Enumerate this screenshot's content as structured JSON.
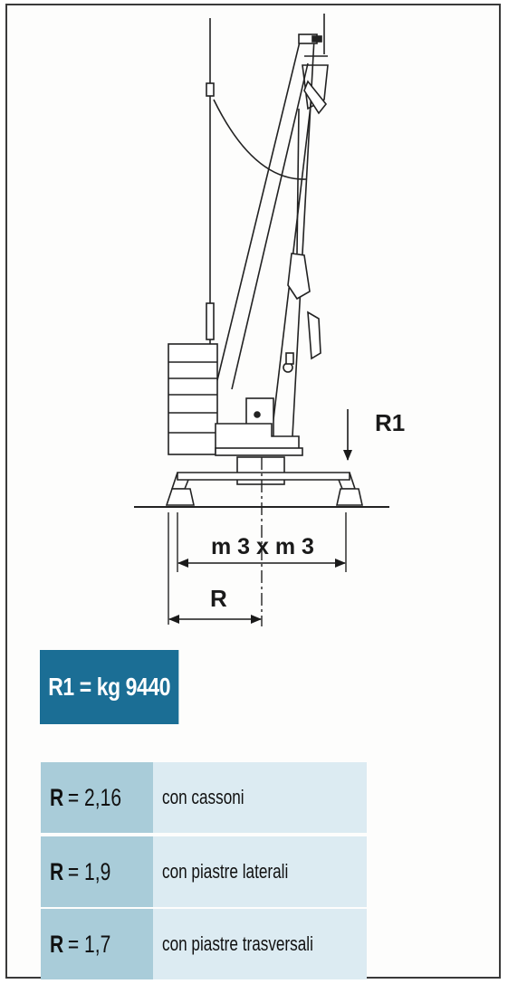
{
  "diagram": {
    "load_label": "R1",
    "span_label": "m 3 x m 3",
    "radius_label": "R"
  },
  "result": {
    "text": "R1 = kg 9440"
  },
  "rows": [
    {
      "key": "R",
      "value": "= 2,16",
      "description": "con cassoni"
    },
    {
      "key": "R",
      "value": "= 1,9",
      "description": "con piastre laterali"
    },
    {
      "key": "R",
      "value": "= 1,7",
      "description": "con piastre trasversali"
    }
  ],
  "colors": {
    "result_bg": "#1b6e95",
    "key_bg": "#a9ccd9",
    "desc_bg": "#dcebf2"
  }
}
